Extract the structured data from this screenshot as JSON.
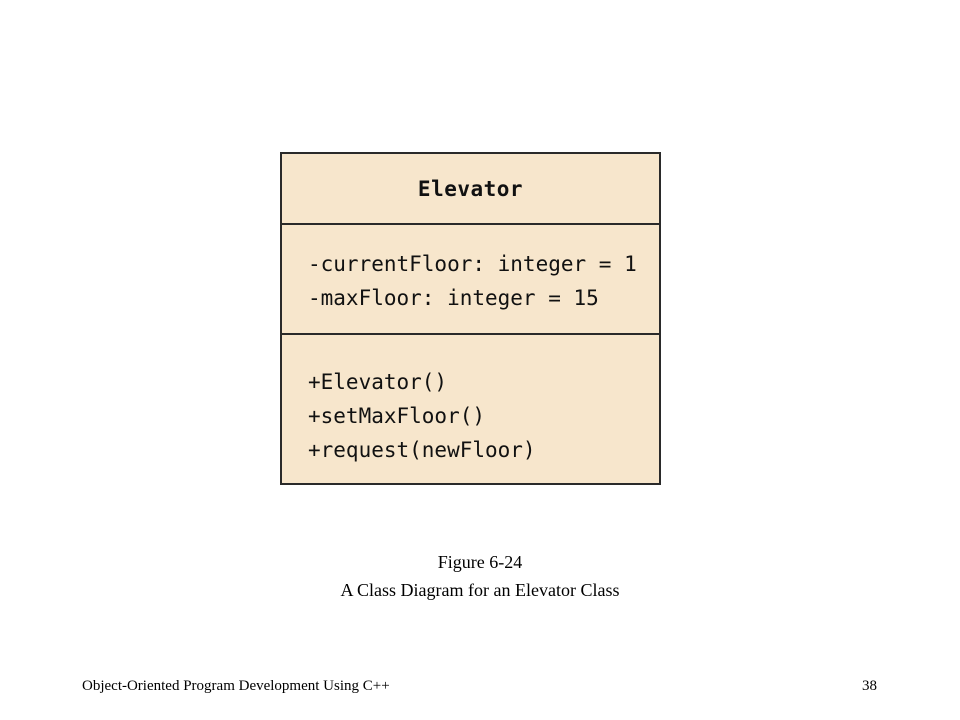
{
  "diagram": {
    "class_name": "Elevator",
    "attributes": [
      "-currentFloor: integer = 1",
      "-maxFloor: integer = 15"
    ],
    "methods": [
      "+Elevator()",
      "+setMaxFloor()",
      "+request(newFloor)"
    ],
    "colors": {
      "fill": "#f7e6cc",
      "border": "#2a2a2a"
    }
  },
  "caption": {
    "figure_number": "Figure 6-24",
    "title": "A Class Diagram for an Elevator Class"
  },
  "footer": {
    "course": "Object-Oriented Program Development Using C++",
    "page_number": "38"
  }
}
